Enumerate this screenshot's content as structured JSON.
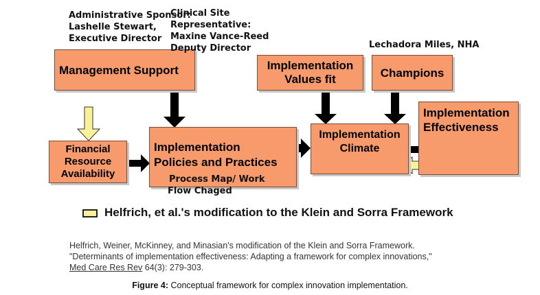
{
  "annotations": {
    "sponsor_line1": "Administrative Sponsor:",
    "sponsor_line2": "Lashelle Stewart,",
    "sponsor_line3": "Executive Director",
    "site_line1": "Clinical Site",
    "site_line2": "Representative:",
    "site_line3": "Maxine Vance-Reed",
    "site_line4": "Deputy Director",
    "champion_person": "Lechadora Miles, NHA",
    "process_line1": "Process Map/ Work",
    "process_line2": "Flow Chaged"
  },
  "boxes": {
    "management_support": "Management Support",
    "values_fit_line1": "Implementation",
    "values_fit_line2": "Values fit",
    "champions": "Champions",
    "effectiveness_line1": "Implementation",
    "effectiveness_line2": "Effectiveness",
    "climate_line1": "Implementation",
    "climate_line2": "Climate",
    "policies_line1": "Implementation",
    "policies_line2": "Policies and Practices",
    "financial_line1": "Financial",
    "financial_line2": "Resource",
    "financial_line3": "Availability"
  },
  "legend": {
    "label": "Helfrich, et al.'s modification to the Klein and Sorra Framework",
    "swatch_color": "#F8F39A"
  },
  "reference": {
    "line1": "Helfrich, Weiner, McKinney, and Minasian's modification of the Klein and Sorra Framework.",
    "line2": "\"Determinants of implementation effectiveness:  Adapting a framework for complex innovations,\"",
    "journal": "Med Care Res Rev",
    "citation": " 64(3): 279-303."
  },
  "caption": {
    "label": "Figure 4:",
    "text": " Conceptual framework for complex innovation implementation."
  },
  "colors": {
    "box_fill": "#F79A6C",
    "arrow_black": "#000000",
    "arrow_yellow": "#F8F39A"
  }
}
